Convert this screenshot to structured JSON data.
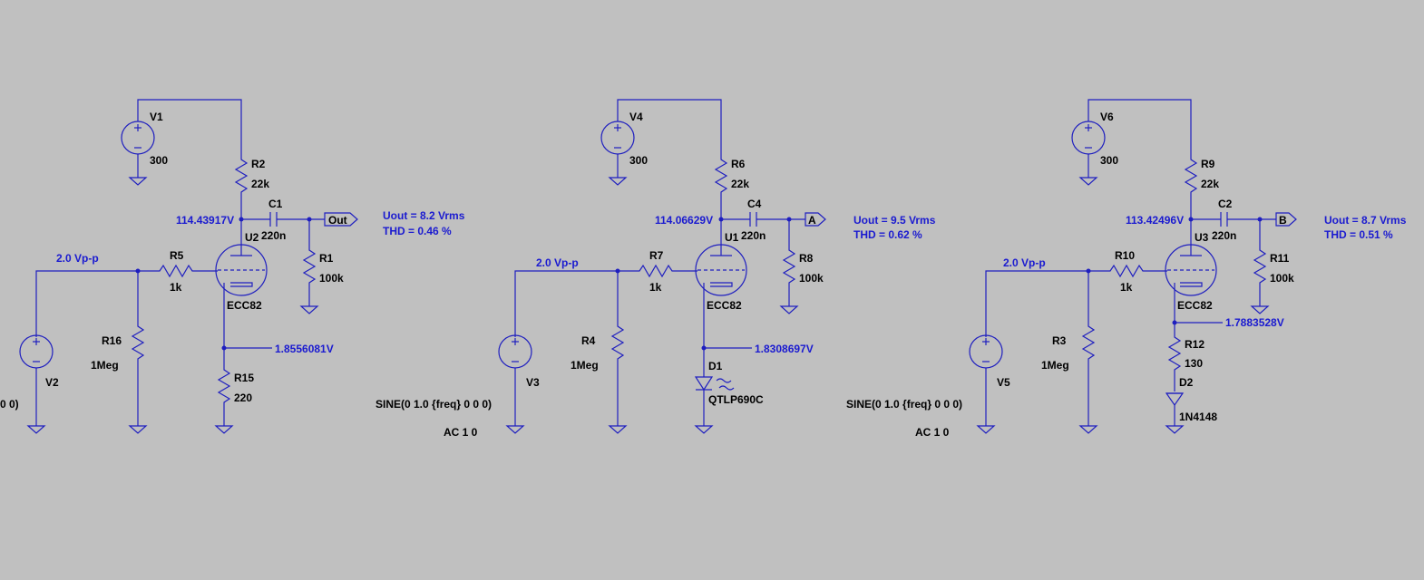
{
  "colors": {
    "background": "#c0c0c0",
    "wire": "#1f1fbf",
    "label": "#000000",
    "netlabel": "#1a1ad0"
  },
  "icons": [
    "voltage-source-icon",
    "ground-icon",
    "resistor-icon",
    "capacitor-icon",
    "triode-tube-icon",
    "diode-icon",
    "led-icon",
    "port-flag-icon"
  ],
  "stage1": {
    "supply_name": "V1",
    "supply_value": "300",
    "plate_res_name": "R2",
    "plate_res_value": "22k",
    "cap_name": "C1",
    "cap_value": "220n",
    "plate_voltage": "114.43917V",
    "out_flag": "Out",
    "load_name": "R1",
    "load_value": "100k",
    "tube_name": "U2",
    "tube_model": "ECC82",
    "grid_res_name": "R5",
    "grid_res_value": "1k",
    "input_amplitude": "2.0 Vp-p",
    "input_res_name": "R16",
    "input_res_value": "1Meg",
    "source_name": "V2",
    "source_spec": "0 0)",
    "cathode_voltage": "1.8556081V",
    "cathode_res_name": "R15",
    "cathode_res_value": "220",
    "result_uout": "Uout = 8.2 Vrms",
    "result_thd": "THD = 0.46 %"
  },
  "stage2": {
    "supply_name": "V4",
    "supply_value": "300",
    "plate_res_name": "R6",
    "plate_res_value": "22k",
    "cap_name": "C4",
    "cap_value": "220n",
    "plate_voltage": "114.06629V",
    "out_flag": "A",
    "load_name": "R8",
    "load_value": "100k",
    "tube_name": "U1",
    "tube_model": "ECC82",
    "grid_res_name": "R7",
    "grid_res_value": "1k",
    "input_amplitude": "2.0 Vp-p",
    "input_res_name": "R4",
    "input_res_value": "1Meg",
    "source_name": "V3",
    "source_sine": "SINE(0 1.0 {freq} 0 0 0)",
    "source_ac": "AC 1 0",
    "cathode_voltage": "1.8308697V",
    "diode_name": "D1",
    "diode_model": "QTLP690C",
    "result_uout": "Uout = 9.5 Vrms",
    "result_thd": "THD = 0.62 %"
  },
  "stage3": {
    "supply_name": "V6",
    "supply_value": "300",
    "plate_res_name": "R9",
    "plate_res_value": "22k",
    "cap_name": "C2",
    "cap_value": "220n",
    "plate_voltage": "113.42496V",
    "out_flag": "B",
    "load_name": "R11",
    "load_value": "100k",
    "tube_name": "U3",
    "tube_model": "ECC82",
    "grid_res_name": "R10",
    "grid_res_value": "1k",
    "input_amplitude": "2.0 Vp-p",
    "input_res_name": "R3",
    "input_res_value": "1Meg",
    "source_name": "V5",
    "source_sine": "SINE(0 1.0 {freq} 0 0 0)",
    "source_ac": "AC 1 0",
    "cathode_voltage": "1.7883528V",
    "cathode_res_name": "R12",
    "cathode_res_value": "130",
    "diode_name": "D2",
    "diode_model": "1N4148",
    "result_uout": "Uout = 8.7 Vrms",
    "result_thd": "THD = 0.51 %"
  }
}
